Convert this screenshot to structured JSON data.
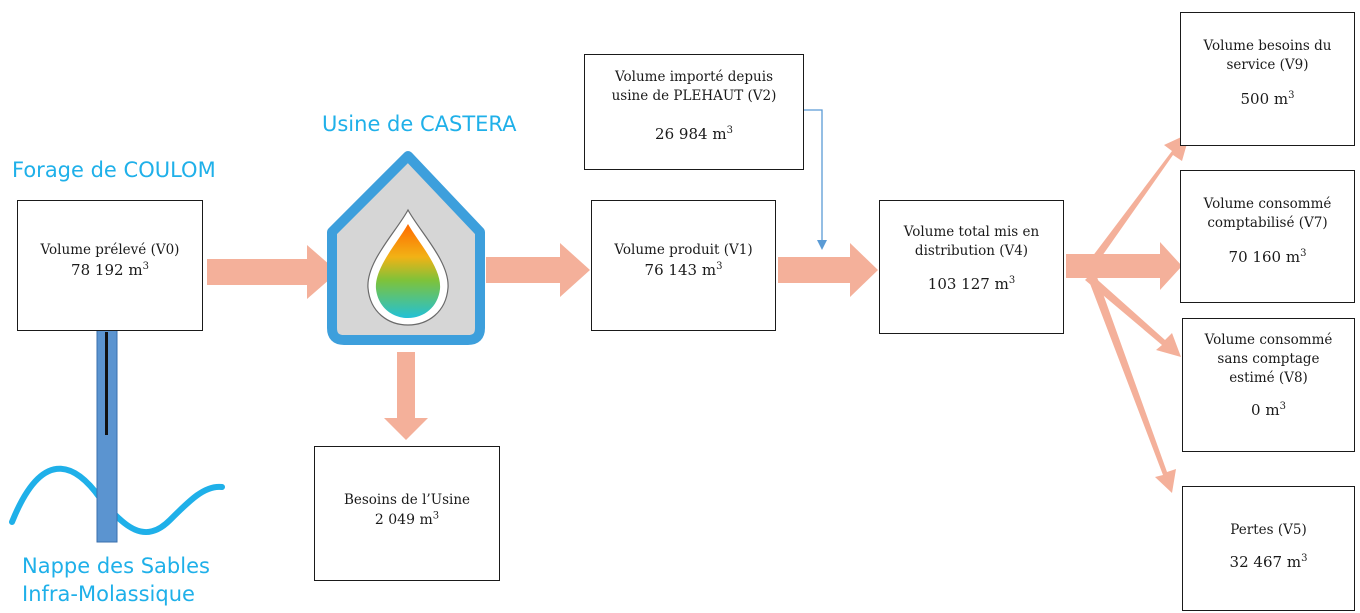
{
  "colors": {
    "title_blue": "#1fb0e9",
    "arrow_fill": "#f4b09a",
    "house_blue": "#3d9fdc",
    "house_gray": "#d6d6d6",
    "well_blue": "#5b94d0",
    "water_blue": "#1fb0e9",
    "connector_blue": "#5b9bd5"
  },
  "titles": {
    "forage": "Forage de COULOM",
    "usine": "Usine de CASTERA",
    "nappe_line1": "Nappe des Sables",
    "nappe_line2": "Infra-Molassique"
  },
  "unit": "m",
  "unit_exp": "3",
  "boxes": {
    "v0": {
      "lines": [
        "Volume prélevé (V0)"
      ],
      "value": "78 192"
    },
    "besoins_usine": {
      "lines": [
        "Besoins de l’Usine"
      ],
      "value": "2 049"
    },
    "v1": {
      "lines": [
        "Volume produit (V1)"
      ],
      "value": "76 143"
    },
    "v2": {
      "lines": [
        "Volume importé depuis",
        "usine de PLEHAUT (V2)"
      ],
      "value": "26 984"
    },
    "v4": {
      "lines": [
        "Volume total mis en",
        "distribution (V4)"
      ],
      "value": "103 127"
    },
    "v9": {
      "lines": [
        "Volume besoins du",
        "service (V9)"
      ],
      "value": "500"
    },
    "v7": {
      "lines": [
        "Volume consommé",
        "comptabilisé (V7)"
      ],
      "value": "70 160"
    },
    "v8": {
      "lines": [
        "Volume consommé",
        "sans comptage",
        "estimé (V8)"
      ],
      "value": "0"
    },
    "v5": {
      "lines": [
        "Pertes (V5)"
      ],
      "value": "32 467"
    }
  },
  "icons": {
    "plant": "water-treatment-house-icon",
    "well": "borehole-well-icon",
    "aquifer": "aquifer-wave-icon"
  }
}
